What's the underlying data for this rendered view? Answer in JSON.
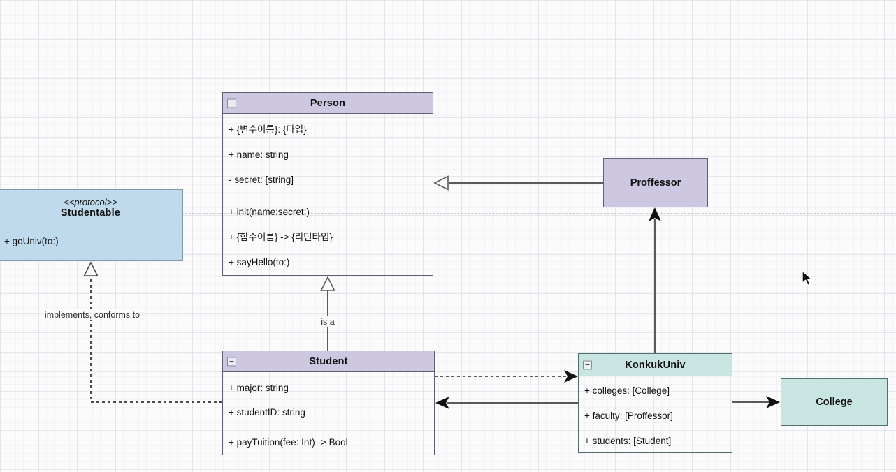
{
  "canvas": {
    "labels": {
      "is_a": "is a",
      "implements": "implements, conforms to"
    }
  },
  "icons": {
    "collapse": "−",
    "cursor": "pointer-arrow"
  },
  "colors": {
    "purple-fill": "#cdc7e2",
    "purple-stroke": "#5f5f71",
    "teal-fill": "#c9e5e1",
    "teal-stroke": "#516e6b",
    "blue-fill": "#bfdaed",
    "blue-stroke": "#7f98aa",
    "connector": "#5a5a5a",
    "page-line": "#c7c7cd"
  },
  "classes": {
    "person": {
      "title": "Person",
      "attributes": [
        "+ {변수이름}: {타입}",
        "+ name: string",
        "- secret: [string]"
      ],
      "methods": [
        "+ init(name:secret:)",
        "+ {함수이름} -> {리턴타입}",
        "+ sayHello(to:)"
      ]
    },
    "studentable": {
      "stereotype": "<<protocol>>",
      "title": "Studentable",
      "methods": [
        "+ goUniv(to:)"
      ]
    },
    "proffessor": {
      "title": "Proffessor"
    },
    "student": {
      "title": "Student",
      "attributes": [
        "+ major: string",
        "+ studentID: string"
      ],
      "methods": [
        "+ payTuition(fee: Int) -> Bool"
      ]
    },
    "konkukUniv": {
      "title": "KonkukUniv",
      "attributes": [
        "+ colleges: [College]",
        "+ faculty: [Proffessor]",
        "+ students: [Student]"
      ]
    },
    "college": {
      "title": "College"
    }
  }
}
